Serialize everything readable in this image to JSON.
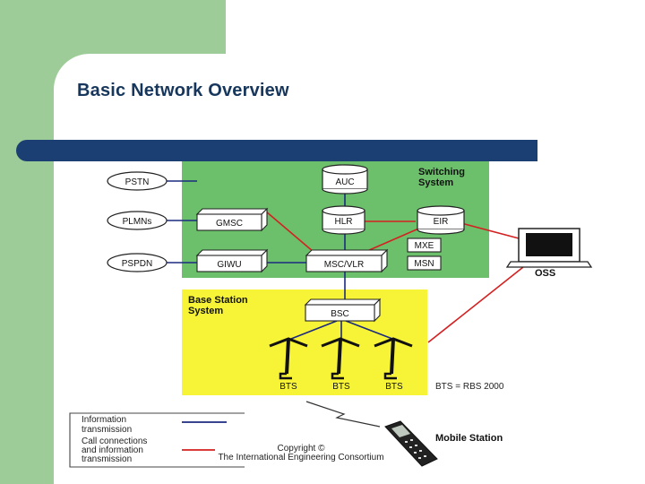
{
  "slide": {
    "title": "Basic Network Overview"
  },
  "diagram": {
    "switching_system_label": [
      "Switching",
      "System"
    ],
    "base_station_label": [
      "Base Station",
      "System"
    ],
    "external_networks": [
      "PSTN",
      "PLMNs",
      "PSPDN"
    ],
    "switching_nodes": {
      "auc": "AUC",
      "hlr": "HLR",
      "eir": "EIR",
      "gmsc": "GMSC",
      "giwu": "GIWU",
      "msc_vlr": "MSC/VLR",
      "mxe": "MXE",
      "msn": "MSN"
    },
    "bsc": "BSC",
    "bts_labels": [
      "BTS",
      "BTS",
      "BTS"
    ],
    "bts_note": "BTS = RBS 2000",
    "oss": "OSS",
    "mobile_station": "Mobile Station",
    "legend": {
      "information": [
        "Information",
        "transmission"
      ],
      "call_connections": [
        "Call connections",
        "and information",
        "transmission"
      ]
    },
    "copyright": [
      "Copyright ©",
      "The International Engineering Consortium"
    ],
    "colors": {
      "switching_bg": "#6cc06c",
      "bss_bg": "#f7f437",
      "info_line": "#1b2a80",
      "call_line": "#d42020"
    }
  }
}
